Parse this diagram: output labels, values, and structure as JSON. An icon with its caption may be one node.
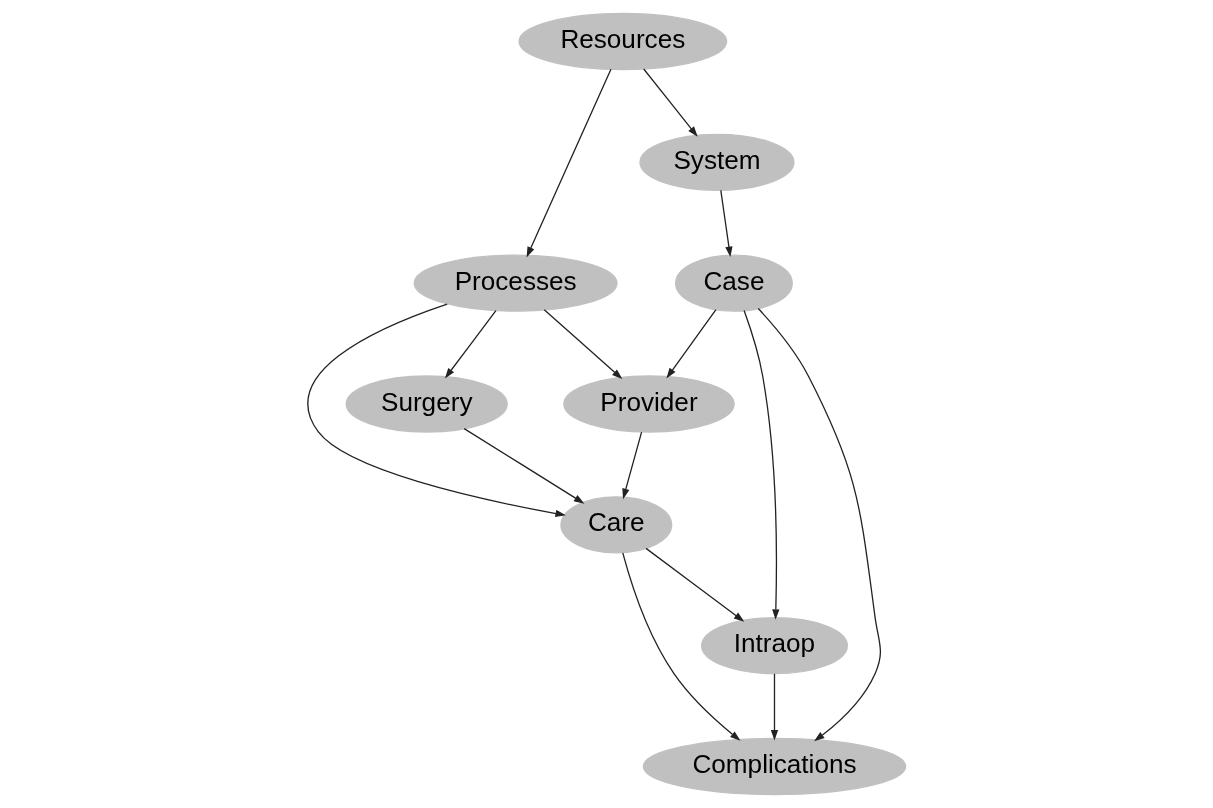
{
  "diagram": {
    "nodes": [
      {
        "text": [
          "Surgery"
        ]
      },
      {
        "text": [
          "Processes"
        ]
      },
      {
        "text": [
          "Resources"
        ]
      },
      {
        "text": [
          "Provider"
        ]
      },
      {
        "text": [
          "Care"
        ]
      },
      {
        "text": [
          "System"
        ]
      },
      {
        "text": [
          "Case"
        ]
      },
      {
        "text": [
          "Complications"
        ]
      },
      {
        "text": [
          "Intraop"
        ]
      }
    ],
    "edges": [
      {
        "from": 2,
        "to": 1,
        "arrow": "to"
      },
      {
        "from": 1,
        "to": 0,
        "arrow": "to"
      },
      {
        "from": 2,
        "to": 5,
        "arrow": "to"
      },
      {
        "from": 1,
        "to": 3,
        "arrow": "to"
      },
      {
        "from": 1,
        "to": 4,
        "arrow": "to"
      },
      {
        "from": 0,
        "to": 4,
        "arrow": "to"
      },
      {
        "from": 3,
        "to": 4,
        "arrow": "to"
      },
      {
        "from": 5,
        "to": 6,
        "arrow": "to"
      },
      {
        "from": 6,
        "to": 3,
        "arrow": "to"
      },
      {
        "from": 6,
        "to": 7,
        "arrow": "to"
      },
      {
        "from": 6,
        "to": 8,
        "arrow": "to"
      },
      {
        "from": 4,
        "to": 8,
        "arrow": "to"
      },
      {
        "from": 4,
        "to": 7,
        "arrow": "to"
      },
      {
        "from": 8,
        "to": 7,
        "arrow": "to"
      }
    ]
  }
}
